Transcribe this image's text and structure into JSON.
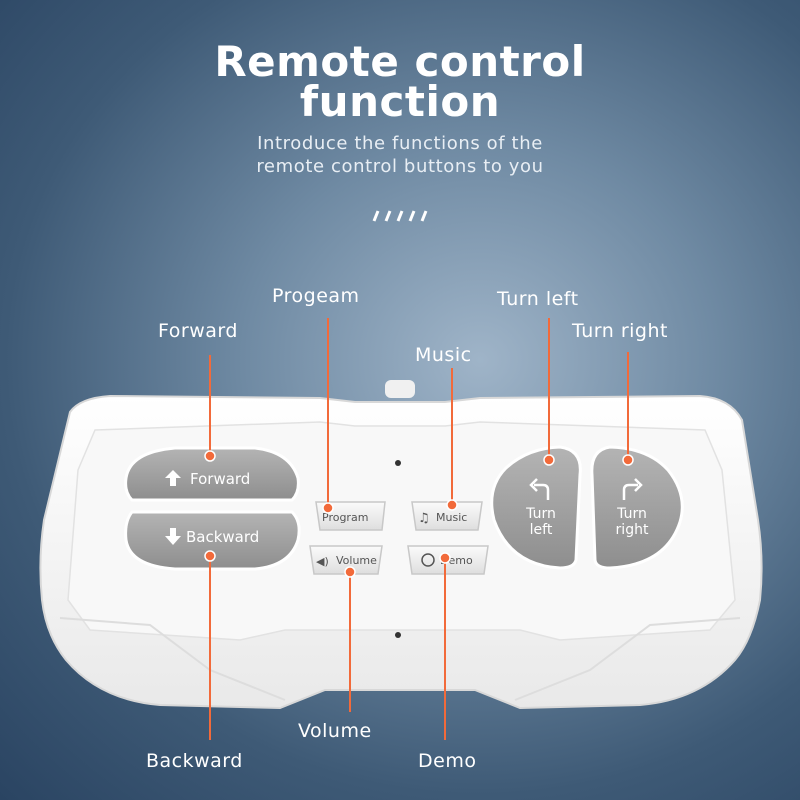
{
  "header": {
    "title_line1": "Remote control",
    "title_line2": "function",
    "subtitle_line1": "Introduce the functions of the",
    "subtitle_line2": "remote control buttons to you"
  },
  "callouts": {
    "forward": "Forward",
    "program": "Progeam",
    "music": "Music",
    "turn_left": "Turn left",
    "turn_right": "Turn right",
    "volume": "Volume",
    "backward": "Backward",
    "demo": "Demo"
  },
  "buttons": {
    "forward": "Forward",
    "backward": "Backward",
    "program": "Program",
    "music": "Music",
    "volume": "Volume",
    "demo": "Demo",
    "turn_left_1": "Turn",
    "turn_left_2": "left",
    "turn_right_1": "Turn",
    "turn_right_2": "right"
  },
  "colors": {
    "accent": "#f26a3a",
    "button_gray": "#9a9a9a",
    "body_white": "#f4f4f4"
  },
  "icons": [
    "up-arrow-icon",
    "down-arrow-icon",
    "turn-left-arrow-icon",
    "turn-right-arrow-icon",
    "music-note-icon",
    "speaker-icon",
    "demo-icon"
  ]
}
